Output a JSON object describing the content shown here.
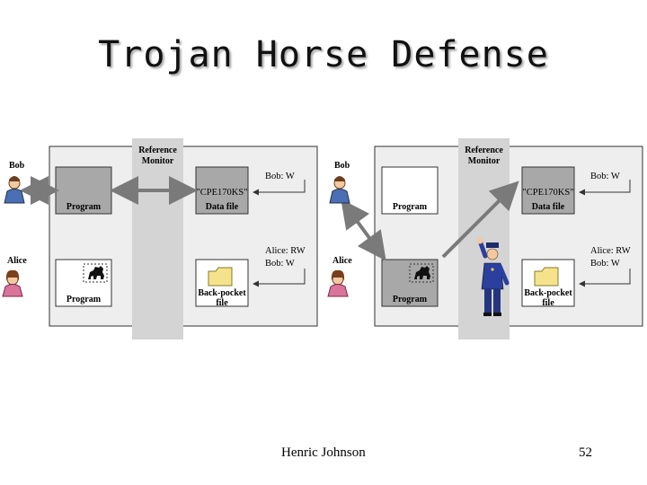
{
  "title": "Trojan Horse Defense",
  "footer": {
    "author": "Henric Johnson",
    "page": "52"
  },
  "left_panel": {
    "monitor_label_1": "Reference",
    "monitor_label_2": "Monitor",
    "bob_label": "Bob",
    "alice_label": "Alice",
    "program_top": "Program",
    "program_bottom": "Program",
    "data_file_name": "\"CPE170KS\"",
    "data_file_label": "Data file",
    "data_file_acl": "Bob: W",
    "pocket_file_1": "Back-pocket",
    "pocket_file_2": "file",
    "pocket_acl_1": "Alice: RW",
    "pocket_acl_2": "Bob: W"
  },
  "right_panel": {
    "monitor_label_1": "Reference",
    "monitor_label_2": "Monitor",
    "bob_label": "Bob",
    "alice_label": "Alice",
    "program_top": "Program",
    "program_bottom": "Program",
    "data_file_name": "\"CPE170KS\"",
    "data_file_label": "Data file",
    "data_file_acl": "Bob: W",
    "pocket_file_1": "Back-pocket",
    "pocket_file_2": "file",
    "pocket_acl_1": "Alice: RW",
    "pocket_acl_2": "Bob: W"
  },
  "colors": {
    "monitor_band": "#d4d4d4",
    "panel_fill": "#eeeeee",
    "box_gray": "#a8a8a8",
    "arrow": "#7a7a7a",
    "folder": "#f4e38a",
    "police": "#2a3f9e"
  }
}
